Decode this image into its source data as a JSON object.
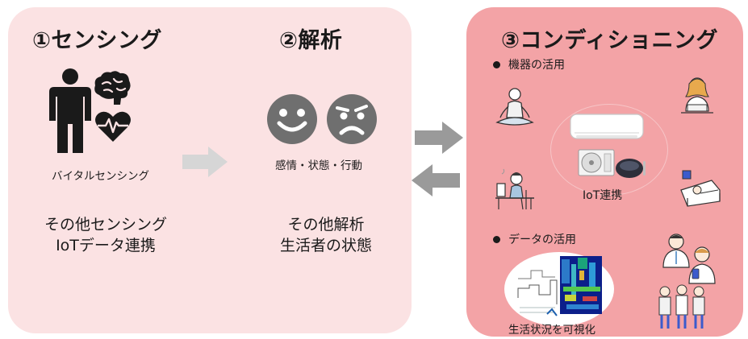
{
  "sensing": {
    "title": "①センシング",
    "icon_caption": "バイタルセンシング",
    "other_line1": "その他センシング",
    "other_line2": "IoTデータ連携"
  },
  "analysis": {
    "title": "②解析",
    "icon_caption": "感情・状態・行動",
    "other_line1": "その他解析",
    "other_line2": "生活者の状態"
  },
  "conditioning": {
    "title": "③コンディショニング",
    "bullet1": "機器の活用",
    "iot_label": "IoT連携",
    "bullet2": "データの活用",
    "visualize_label": "生活状況を可視化"
  },
  "colors": {
    "left_panel": "#fbe2e3",
    "right_panel": "#f3a3a6",
    "arrow_light": "#d6d6d6",
    "arrow_dark": "#9a9a9a",
    "icon_dark": "#1a1a1a",
    "face_gray": "#6f6f6f"
  },
  "icons": [
    "person-icon",
    "brain-icon",
    "heart-pulse-icon",
    "smile-face-icon",
    "angry-face-icon",
    "air-conditioner-icon",
    "outdoor-unit-icon",
    "sensor-device-icon",
    "meditation-person-icon",
    "reading-person-icon",
    "desk-worker-icon",
    "sleeping-person-icon",
    "doctor-icon",
    "phone-user-icon",
    "family-icon",
    "life-chart-graphic"
  ]
}
